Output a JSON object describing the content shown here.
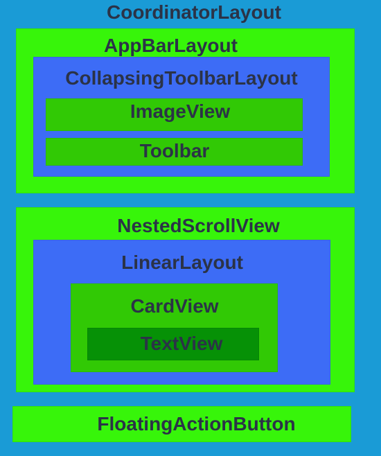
{
  "diagram": {
    "coordinator": "CoordinatorLayout",
    "app_bar": "AppBarLayout",
    "collapsing_toolbar": "CollapsingToolbarLayout",
    "image_view": "ImageView",
    "toolbar": "Toolbar",
    "nested_scroll": "NestedScrollView",
    "linear_layout": "LinearLayout",
    "card_view": "CardView",
    "text_view": "TextView",
    "fab": "FloatingActionButton"
  },
  "colors": {
    "outer": "#1a9bd6",
    "bright_green": "#37f50a",
    "blue": "#3d6cf6",
    "dark_green": "#31c905",
    "darker_green": "#069106",
    "text": "#2b3347"
  }
}
